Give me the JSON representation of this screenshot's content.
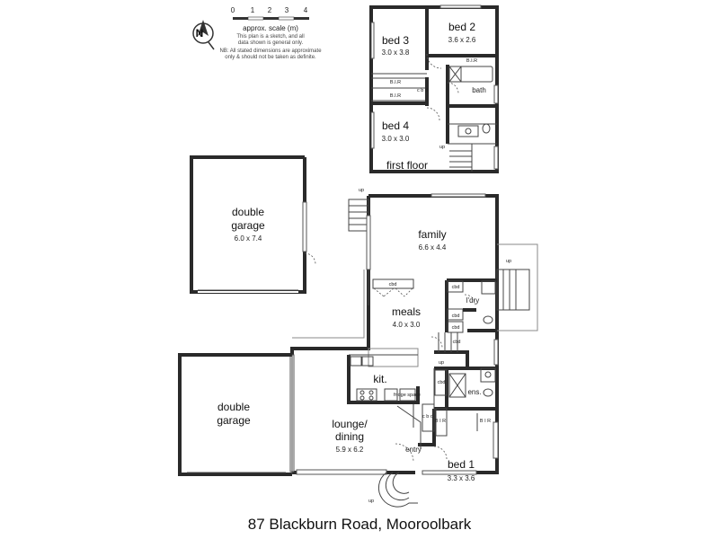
{
  "compass": {
    "label": "N",
    "icon": "north-arrow-icon"
  },
  "scale": {
    "ticks": [
      "0",
      "1",
      "2",
      "3",
      "4"
    ],
    "caption": "approx. scale (m)",
    "note_lines": [
      "This plan is a sketch, and all",
      "data shown is general only."
    ],
    "disclaimer_lines": [
      "NB: All stated dimensions are approximate",
      "only & should not be taken as definite."
    ]
  },
  "first_floor": {
    "label": "first floor",
    "rooms": {
      "bed3": {
        "name": "bed 3",
        "dim": "3.0 x 3.8"
      },
      "bed2": {
        "name": "bed 2",
        "dim": "3.6 x 2.6"
      },
      "bed4": {
        "name": "bed 4",
        "dim": "3.0 x 3.0"
      },
      "bath": {
        "name": "bath"
      }
    },
    "fixtures": {
      "bir_bed2": "B.I.R",
      "bir_bed3": "B.I.R",
      "bir_bed4": "B.I.R",
      "cbd": "c b d",
      "up": "up"
    }
  },
  "ground_floor": {
    "rooms": {
      "garage_top": {
        "name": "double",
        "name2": "garage",
        "dim": "6.0 x 7.4"
      },
      "garage_bottom": {
        "name": "double",
        "name2": "garage"
      },
      "family": {
        "name": "family",
        "dim": "6.6 x 4.4"
      },
      "meals": {
        "name": "meals",
        "dim": "4.0 x 3.0"
      },
      "kit": {
        "name": "kit."
      },
      "lounge": {
        "name": "lounge/",
        "name2": "dining",
        "dim": "5.9 x 6.2"
      },
      "entry": {
        "name": "entry"
      },
      "bed1": {
        "name": "bed 1",
        "dim": "3.3 x 3.6"
      },
      "ens": {
        "name": "ens."
      },
      "ldry": {
        "name": "l'dry"
      }
    },
    "fixtures": {
      "cbd_family": "cbd",
      "cbd_1": "cbd",
      "cbd_2": "cbd",
      "cbd_3": "cbd",
      "cbd_4": "cbd",
      "cbd_hall": "c b d",
      "cbd_ens": "cbd",
      "wir1": "B I R",
      "wir2": "B I R",
      "fridge": "fridge space",
      "up_top": "up",
      "up_right": "up",
      "up_stairs": "up",
      "up_entry": "up"
    }
  },
  "address": "87 Blackburn Road, Mooroolbark"
}
